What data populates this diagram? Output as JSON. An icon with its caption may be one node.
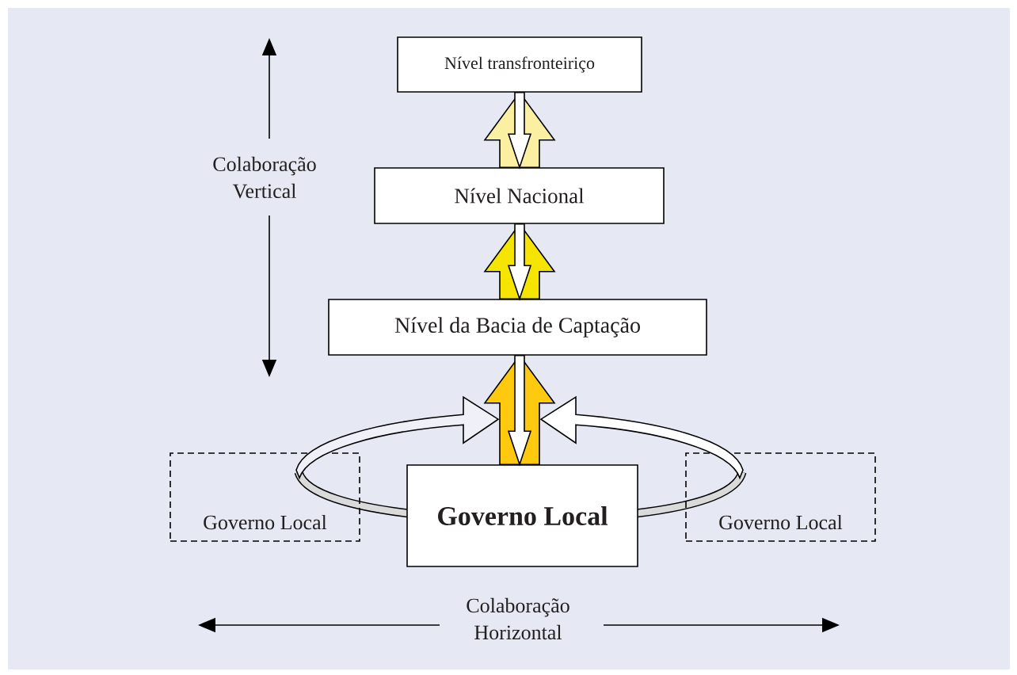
{
  "diagram": {
    "nodes": [
      {
        "text": [
          "Nível transfronteiriço"
        ]
      },
      {
        "text": [
          "Nível Nacional"
        ]
      },
      {
        "text": [
          "Nível da Bacia de Captação"
        ]
      },
      {
        "text": [
          "Governo Local"
        ]
      },
      {
        "text": [
          "Governo Local"
        ]
      },
      {
        "text": [
          "Governo Local"
        ]
      }
    ],
    "edges": [
      {
        "from": 1,
        "to": 0,
        "arrow": "to",
        "color": "#fbf0a2"
      },
      {
        "from": 0,
        "to": 1,
        "arrow": "to",
        "color": "#ffffff"
      },
      {
        "from": 2,
        "to": 1,
        "arrow": "to",
        "color": "#f5e400"
      },
      {
        "from": 1,
        "to": 2,
        "arrow": "to",
        "color": "#ffffff"
      },
      {
        "from": 3,
        "to": 2,
        "arrow": "to",
        "color": "#fec90f"
      },
      {
        "from": 2,
        "to": 3,
        "arrow": "to",
        "color": "#ffffff"
      },
      {
        "from": 4,
        "to": 3,
        "arrow": "to",
        "color": "#eff0f8"
      },
      {
        "from": 5,
        "to": 3,
        "arrow": "to",
        "color": "#ffffff"
      }
    ],
    "labels": [
      "Colaboração Vertical",
      "Colaboração Horizontal"
    ]
  }
}
